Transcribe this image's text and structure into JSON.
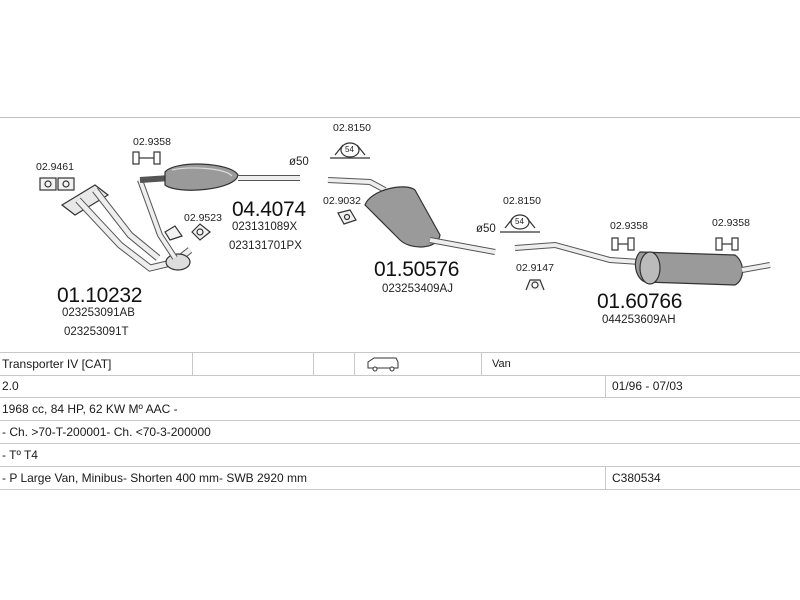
{
  "parts": {
    "front_pipe": {
      "number": "01.10232",
      "refs": [
        "023253091AB",
        "023253091T"
      ]
    },
    "catalyst": {
      "number": "04.4074",
      "refs": [
        "023131089X",
        "023131701PX"
      ]
    },
    "middle_silencer": {
      "number": "01.50576",
      "refs": [
        "023253409AJ"
      ]
    },
    "rear_silencer": {
      "number": "01.60766",
      "refs": [
        "044253609AH"
      ]
    }
  },
  "accessories": {
    "gasket_front": "02.9461",
    "hanger_cat": "02.9358",
    "gasket_cat": "02.9523",
    "clamp_top": "02.8150",
    "clamp_top_size": "54",
    "hanger_mid": "02.9032",
    "clamp_rear": "02.8150",
    "clamp_rear_size": "54",
    "hanger_rear_mid": "02.9147",
    "hanger_rear_1": "02.9358",
    "hanger_rear_2": "02.9358"
  },
  "diameters": {
    "d1": "ø50",
    "d2": "ø50"
  },
  "vehicle_table": {
    "row1": {
      "model": "Transporter IV  [CAT]",
      "body": "Van",
      "icon": "van-icon"
    },
    "row2": {
      "engine": "2.0",
      "years": "01/96 - 07/03"
    },
    "row3": {
      "spec": "1968 cc, 84 HP, 62 KW Mº AAC -"
    },
    "row4": {
      "chassis": "- Ch. >70-T-200001- Ch. <70-3-200000"
    },
    "row5": {
      "type": "- Tº T4"
    },
    "row6": {
      "variant": "- P Large Van, Minibus- Shorten 400 mm- SWB 2920 mm",
      "code": "C380534"
    }
  }
}
